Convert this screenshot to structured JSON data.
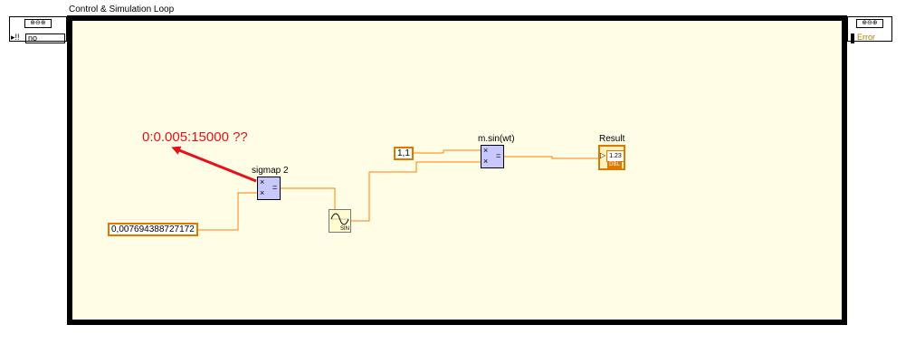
{
  "loop": {
    "title": "Control & Simulation Loop"
  },
  "left_terminal": {
    "icon": "loop-params-icon",
    "icon_text": "⊕⊖⊕",
    "prefix": "▸!!",
    "value": "no"
  },
  "right_terminal": {
    "icon": "loop-params-icon",
    "icon_text": "⊕⊖⊕",
    "value": "Error"
  },
  "annotation": {
    "text": "0:0.005:15000 ??",
    "color": "#e8101a"
  },
  "constant_gain": {
    "value": "0,007694388727172"
  },
  "constant_amp": {
    "value": "1,1"
  },
  "sigmap_node": {
    "label": "sigmap 2",
    "in1": "×",
    "in2": "×",
    "out": "="
  },
  "sine_node": {
    "icon": "sine-wave-icon",
    "text": "SIN"
  },
  "msin_node": {
    "label": "m.sin(wt)",
    "in1": "×",
    "in2": "×",
    "out": "="
  },
  "result_indicator": {
    "label": "Result",
    "value": "1.23",
    "sub": "DBL"
  },
  "colors": {
    "wire": "#ff8000",
    "frame_bg": "#fffde6",
    "node_bg": "#c8c8ff",
    "annotation": "#e8101a"
  }
}
